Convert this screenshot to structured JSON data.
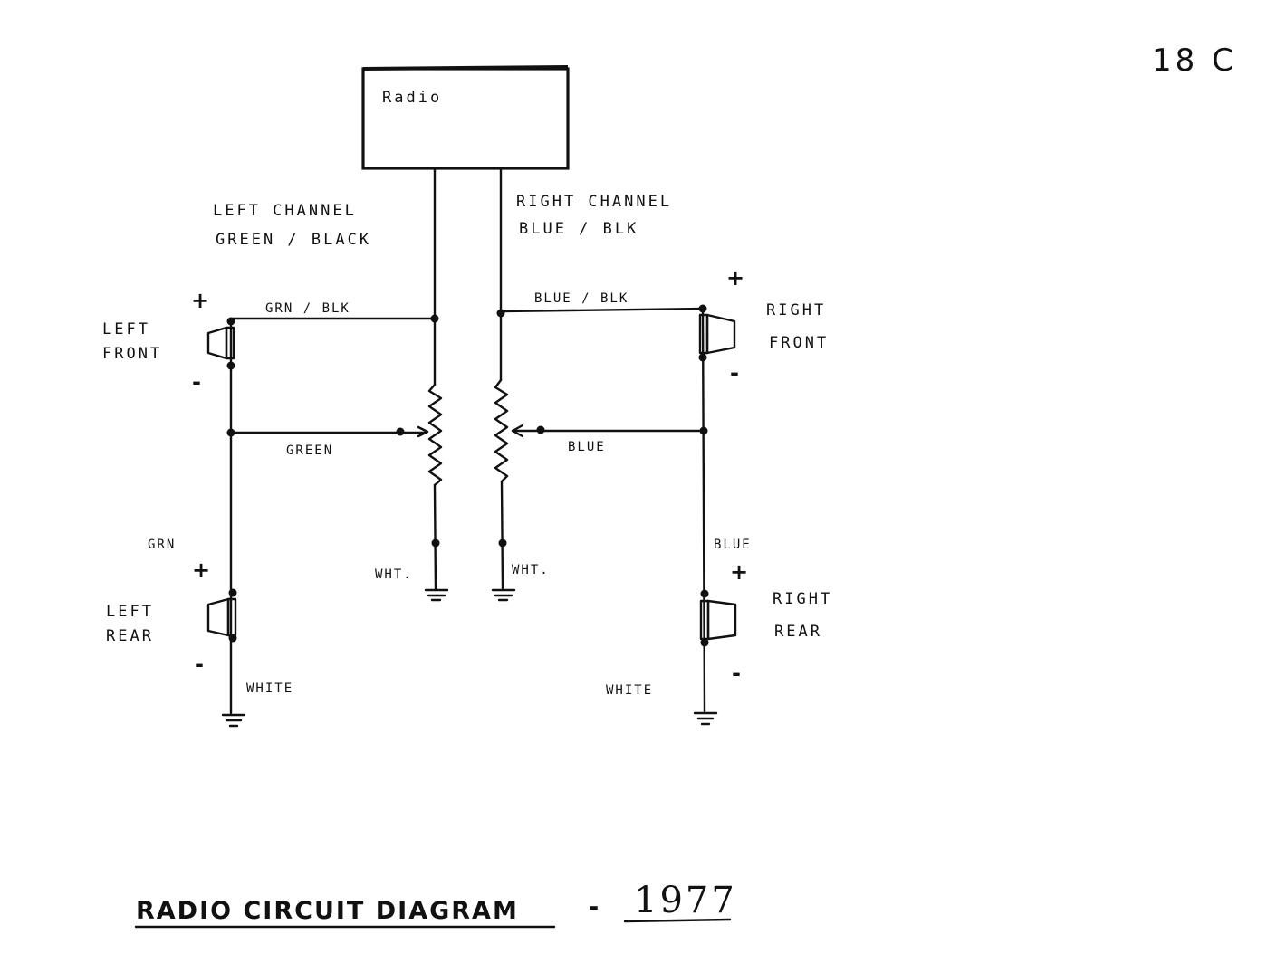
{
  "page_number": "18 C",
  "radio": {
    "label": "Radio"
  },
  "left_channel": {
    "line1": "LEFT CHANNEL",
    "line2": "GREEN / BLACK"
  },
  "right_channel": {
    "line1": "RIGHT CHANNEL",
    "line2": "BLUE / BLK"
  },
  "wires": {
    "grn_blk": "GRN / BLK",
    "blue_blk": "BLUE / BLK",
    "green": "GREEN",
    "blue": "BLUE",
    "grn": "GRN",
    "blue_rear": "BLUE",
    "wht_left": "WHT.",
    "wht_right": "WHT.",
    "white_left": "WHITE",
    "white_right": "WHITE"
  },
  "speakers": {
    "left_front": {
      "line1": "LEFT",
      "line2": "FRONT",
      "plus": "+",
      "minus": "-"
    },
    "right_front": {
      "line1": "RIGHT",
      "line2": "FRONT",
      "plus": "+",
      "minus": "-"
    },
    "left_rear": {
      "line1": "LEFT",
      "line2": "REAR",
      "plus": "+",
      "minus": "-"
    },
    "right_rear": {
      "line1": "RIGHT",
      "line2": "REAR",
      "plus": "+",
      "minus": "-"
    }
  },
  "footer": {
    "title": "RADIO CIRCUIT DIAGRAM",
    "dash": "-",
    "year": "1977"
  }
}
